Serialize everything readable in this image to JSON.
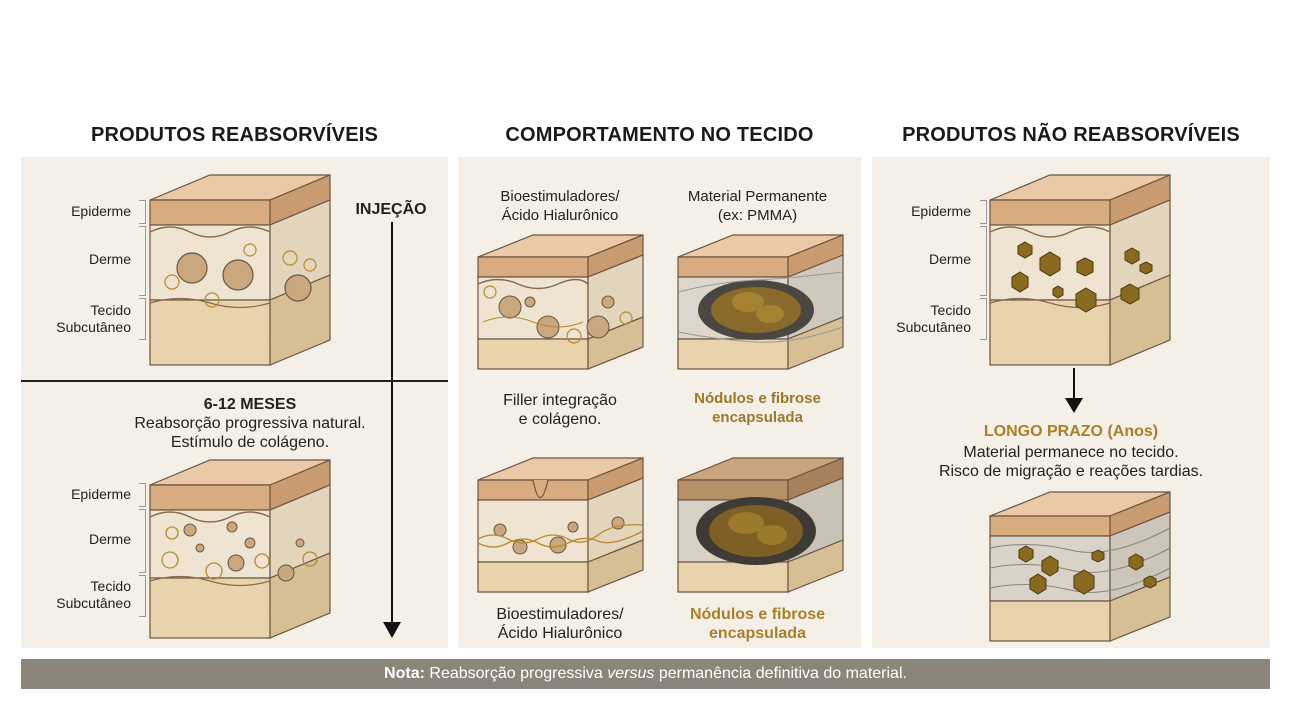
{
  "columns": {
    "left_title": "PRODUTOS REABSORVÍVEIS",
    "middle_title": "COMPORTAMENTO NO TECIDO",
    "right_title": "PRODUTOS NÃO REABSORVÍVEIS"
  },
  "layers": {
    "epiderme": "Epiderme",
    "derme": "Derme",
    "tecido": "Tecido",
    "subcutaneo": "Subcutâneo"
  },
  "left": {
    "injection_label": "INJEÇÃO",
    "months_heading": "6-12 MESES",
    "months_line1": "Reabsorção progressiva natural.",
    "months_line2": "Estímulo de colágeno."
  },
  "middle": {
    "top_left_line1": "Bioestimuladores/",
    "top_left_line2": "Ácido Hialurônico",
    "top_right_line1": "Material Permanente",
    "top_right_line2": "(ex: PMMA)",
    "mid_left_line1": "Filler integração",
    "mid_left_line2": "e colágeno.",
    "mid_right_line1": "Nódulos e fibrose",
    "mid_right_line2": "encapsulada",
    "bottom_left_line1": "Bioestimuladores/",
    "bottom_left_line2": "Ácido Hialurônico",
    "bottom_right_line1": "Nódulos e fibrose",
    "bottom_right_line2": "encapsulada"
  },
  "right": {
    "longterm_heading": "LONGO PRAZO (Anos)",
    "longterm_line1": "Material permanece no tecido.",
    "longterm_line2": "Risco de migração e reações tardias."
  },
  "note": {
    "prefix": "Nota:",
    "part1": " Reabsorção progressiva ",
    "italic": "versus",
    "part2": " permanência definitiva do material."
  }
}
